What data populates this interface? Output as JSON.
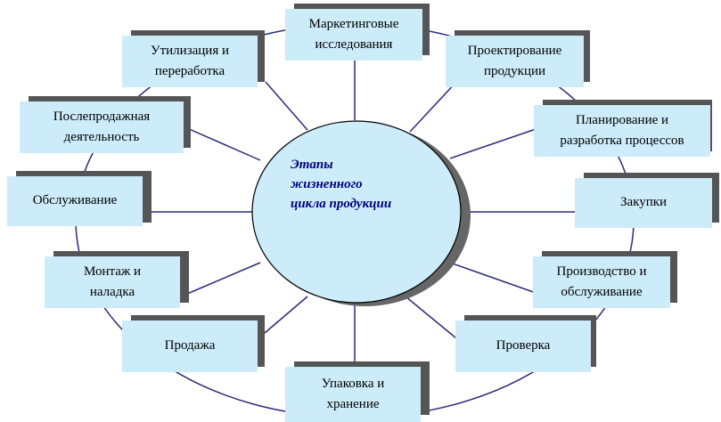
{
  "center": {
    "label_lines": [
      "Этапы",
      "жизненного",
      "цикла продукции"
    ]
  },
  "stages": [
    {
      "id": "marketing",
      "lines": [
        "Маркетинговые",
        "исследования"
      ]
    },
    {
      "id": "design",
      "lines": [
        "Проектирование",
        "продукции"
      ]
    },
    {
      "id": "planning",
      "lines": [
        "Планирование и",
        "разработка процессов"
      ]
    },
    {
      "id": "procurement",
      "lines": [
        "Закупки"
      ]
    },
    {
      "id": "production",
      "lines": [
        "Производство и",
        "обслуживание"
      ]
    },
    {
      "id": "inspection",
      "lines": [
        "Проверка"
      ]
    },
    {
      "id": "packaging",
      "lines": [
        "Упаковка и",
        "хранение"
      ]
    },
    {
      "id": "sale",
      "lines": [
        "Продажа"
      ]
    },
    {
      "id": "installation",
      "lines": [
        "Монтаж и",
        "наладка"
      ]
    },
    {
      "id": "service",
      "lines": [
        "Обслуживание"
      ]
    },
    {
      "id": "after-sales",
      "lines": [
        "Послепродажная",
        "деятельность"
      ]
    },
    {
      "id": "disposal",
      "lines": [
        "Утилизация и",
        "переработка"
      ]
    }
  ],
  "colors": {
    "box_fill": "#ccecfa",
    "shadow": "#555555",
    "connector": "#2b2b7a",
    "ellipse_fill": "#ccecfa",
    "ellipse_stroke": "#000000",
    "center_text": "#000080"
  }
}
